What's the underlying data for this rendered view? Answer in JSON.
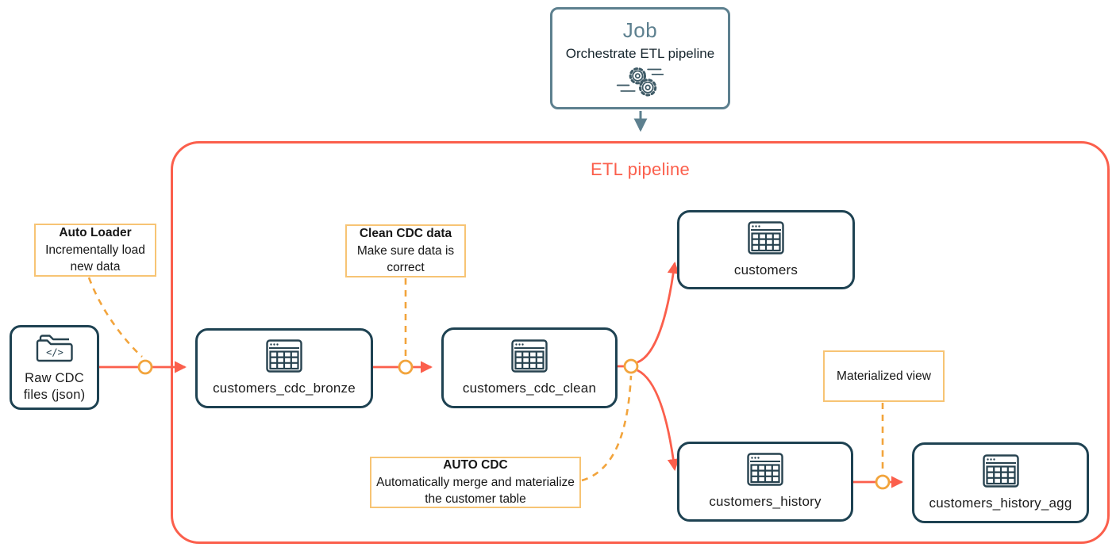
{
  "job_card": {
    "title": "Job",
    "subtitle": "Orchestrate ETL pipeline",
    "icon": "gears-icon"
  },
  "pipeline": {
    "label": "ETL pipeline"
  },
  "nodes": [
    {
      "id": "raw-cdc-files",
      "label": "Raw CDC files (json)",
      "icon": "folder-code-icon"
    },
    {
      "id": "customers-cdc-bronze",
      "label": "customers_cdc_bronze",
      "icon": "table-icon"
    },
    {
      "id": "customers-cdc-clean",
      "label": "customers_cdc_clean",
      "icon": "table-icon"
    },
    {
      "id": "customers",
      "label": "customers",
      "icon": "table-icon"
    },
    {
      "id": "customers-history",
      "label": "customers_history",
      "icon": "table-icon"
    },
    {
      "id": "customers-history-agg",
      "label": "customers_history_agg",
      "icon": "table-icon"
    }
  ],
  "annotations": [
    {
      "id": "auto-loader",
      "title": "Auto Loader",
      "body": "Incrementally load new data"
    },
    {
      "id": "clean-cdc-data",
      "title": "Clean CDC data",
      "body": "Make sure data is correct"
    },
    {
      "id": "auto-cdc",
      "title": "AUTO CDC",
      "body": "Automatically merge and materialize the customer table"
    },
    {
      "id": "materialized-view",
      "title": "",
      "body": "Materialized view"
    }
  ],
  "colors": {
    "node_border_navy": "#1E4252",
    "job_slate": "#5D808F",
    "pipeline_salmon": "#FB5F4C",
    "connector_orange": "#F2A43C",
    "annotation_border": "#F7C474",
    "text_dark": "#1C1C1C"
  }
}
